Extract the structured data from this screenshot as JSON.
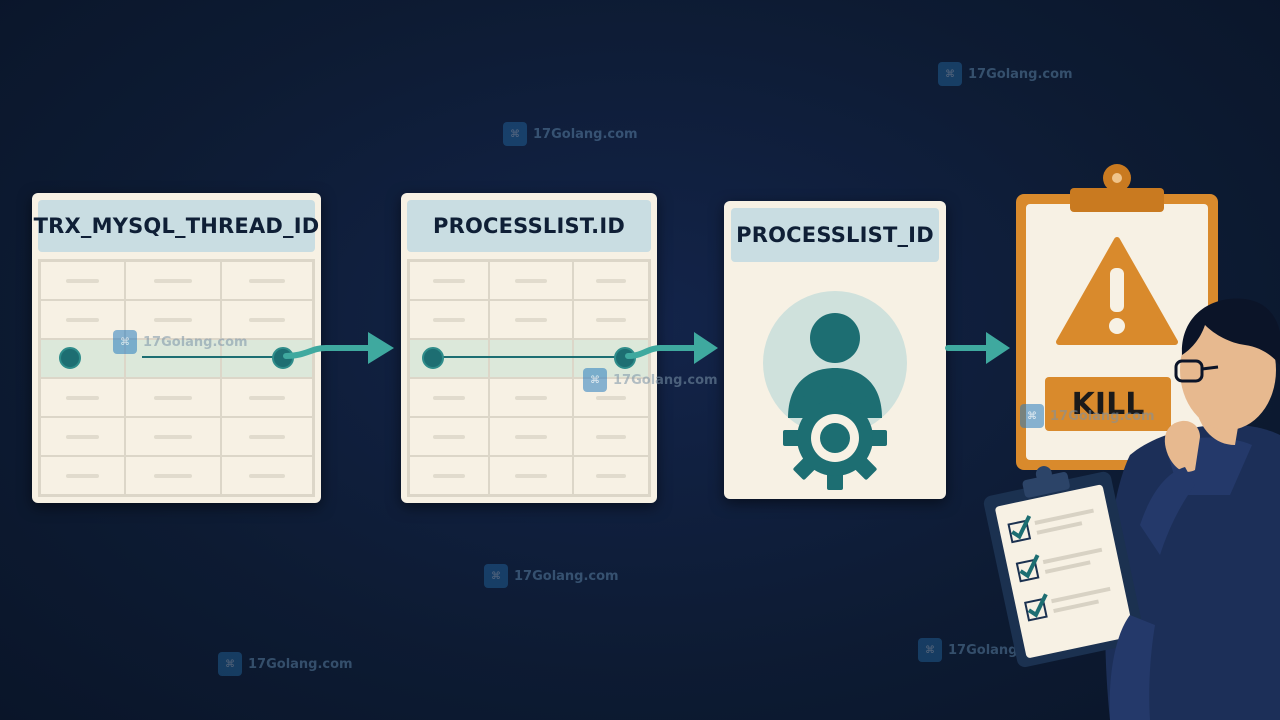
{
  "cards": {
    "trx": {
      "header": "TRX_MYSQL_THREAD_ID"
    },
    "processlist": {
      "header": "PROCESSLIST.ID"
    },
    "process": {
      "header": "PROCESSLIST_ID"
    }
  },
  "clipboard": {
    "action": "KILL"
  },
  "watermark": {
    "text": "17Golang.com",
    "icon": "17Golang-logo"
  },
  "colors": {
    "background": "#0d1b33",
    "card": "#f7f1e4",
    "header": "#c9dde2",
    "teal": "#3fa99f",
    "highlight": "#dce8da",
    "warning": "#d98a2c"
  }
}
